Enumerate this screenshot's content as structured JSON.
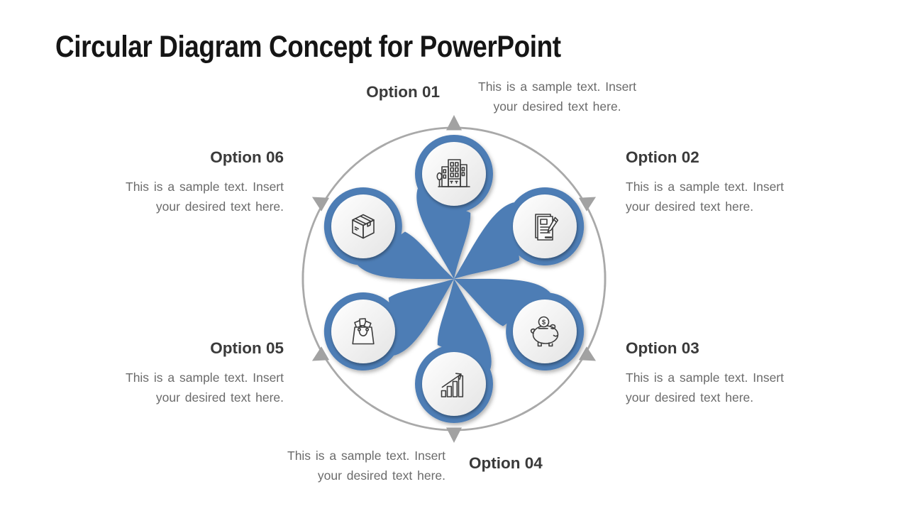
{
  "slide": {
    "title": "Circular Diagram Concept for PowerPoint"
  },
  "diagram": {
    "type": "circular-pinwheel-6-steps",
    "coin_symbol": "$",
    "colors": {
      "petal_blue": "#4E7DB5",
      "arc_gray": "#A9A9A9",
      "label_text": "#3A3A3A",
      "description_text": "#6B6B6B",
      "icon_stroke": "#3C3C3C",
      "circle_fill_top": "#FFFFFF",
      "circle_fill_bottom": "#E4E4E4"
    },
    "options": [
      {
        "id": "01",
        "label": "Option 01",
        "icon": "office-building-icon",
        "desc_line1": "This is a sample text. Insert",
        "desc_line2": "your desired text here."
      },
      {
        "id": "02",
        "label": "Option 02",
        "icon": "document-pen-icon",
        "desc_line1": "This is a sample text. Insert",
        "desc_line2": "your desired text here."
      },
      {
        "id": "03",
        "label": "Option 03",
        "icon": "piggy-bank-icon",
        "desc_line1": "This is a sample text. Insert",
        "desc_line2": "your desired text here."
      },
      {
        "id": "04",
        "label": "Option 04",
        "icon": "growth-bar-chart-icon",
        "desc_line1": "This is a sample text. Insert",
        "desc_line2": "your desired text here."
      },
      {
        "id": "05",
        "label": "Option 05",
        "icon": "shopping-bag-icon",
        "desc_line1": "This is a sample text. Insert",
        "desc_line2": "your desired text here."
      },
      {
        "id": "06",
        "label": "Option 06",
        "icon": "package-box-icon",
        "desc_line1": "This is a sample text. Insert",
        "desc_line2": "your desired text here."
      }
    ]
  }
}
